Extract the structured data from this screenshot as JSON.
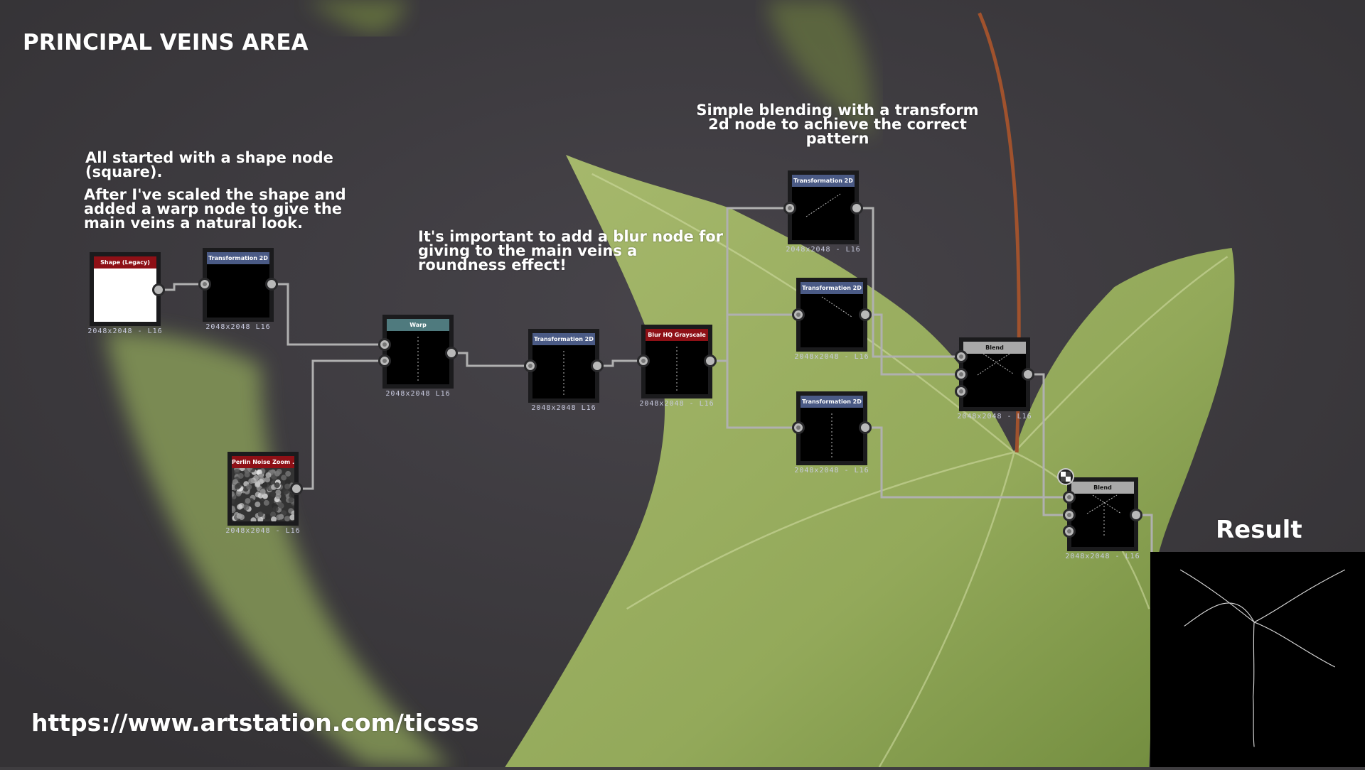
{
  "title": "PRINCIPAL VEINS AREA",
  "annotations": {
    "intro": "All started with a shape node\n(square).",
    "scaled": "After I've scaled the shape and\nadded a warp node  to give the\nmain veins a natural look.",
    "blur": "It's important to add a blur node for\ngiving to the main veins a\nroundness effect!",
    "blending": "Simple blending with a transform\n2d node to achieve the correct\npattern"
  },
  "result_label": "Result",
  "url": "https://www.artstation.com/ticsss",
  "colors": {
    "background": "#3f3d40",
    "leaf": "#9bb062",
    "header_red": "#8e1016",
    "header_blue": "#4a5a85",
    "header_gray": "#a9a9a9",
    "wire": "#b0b0b0"
  },
  "nodes": [
    {
      "id": "shape",
      "title": "Shape (Legacy)",
      "header": "red",
      "label": "2048x2048 - L16",
      "thumb": "white"
    },
    {
      "id": "transform-1",
      "title": "Transformation 2D",
      "header": "blue",
      "label": "2048x2048 L16",
      "thumb": "black"
    },
    {
      "id": "warp",
      "title": "Warp",
      "header": "teal",
      "label": "2048x2048  L16",
      "thumb": "vline"
    },
    {
      "id": "perlin-noise",
      "title": "Perlin Noise Zoom ...",
      "header": "red",
      "label": "2048x2048 - L16",
      "thumb": "noise"
    },
    {
      "id": "transform-2",
      "title": "Transformation 2D",
      "header": "blue",
      "label": "2048x2048  L16",
      "thumb": "vline"
    },
    {
      "id": "blur",
      "title": "Blur HQ Grayscale",
      "header": "red",
      "label": "2048x2048 - L16",
      "thumb": "vline"
    },
    {
      "id": "transform-3",
      "title": "Transformation 2D",
      "header": "blue",
      "label": "2048x2048 - L16",
      "thumb": "diag-up"
    },
    {
      "id": "transform-4",
      "title": "Transformation 2D",
      "header": "blue",
      "label": "2048x2048 - L16",
      "thumb": "diag-down"
    },
    {
      "id": "transform-5",
      "title": "Transformation 2D",
      "header": "blue",
      "label": "2048x2048 - L16",
      "thumb": "vline"
    },
    {
      "id": "blend-1",
      "title": "Blend",
      "header": "gray",
      "label": "2048x2048 - L16",
      "thumb": "cross"
    },
    {
      "id": "blend-2",
      "title": "Blend",
      "header": "gray",
      "label": "2048x2048 - L16",
      "thumb": "star"
    }
  ]
}
